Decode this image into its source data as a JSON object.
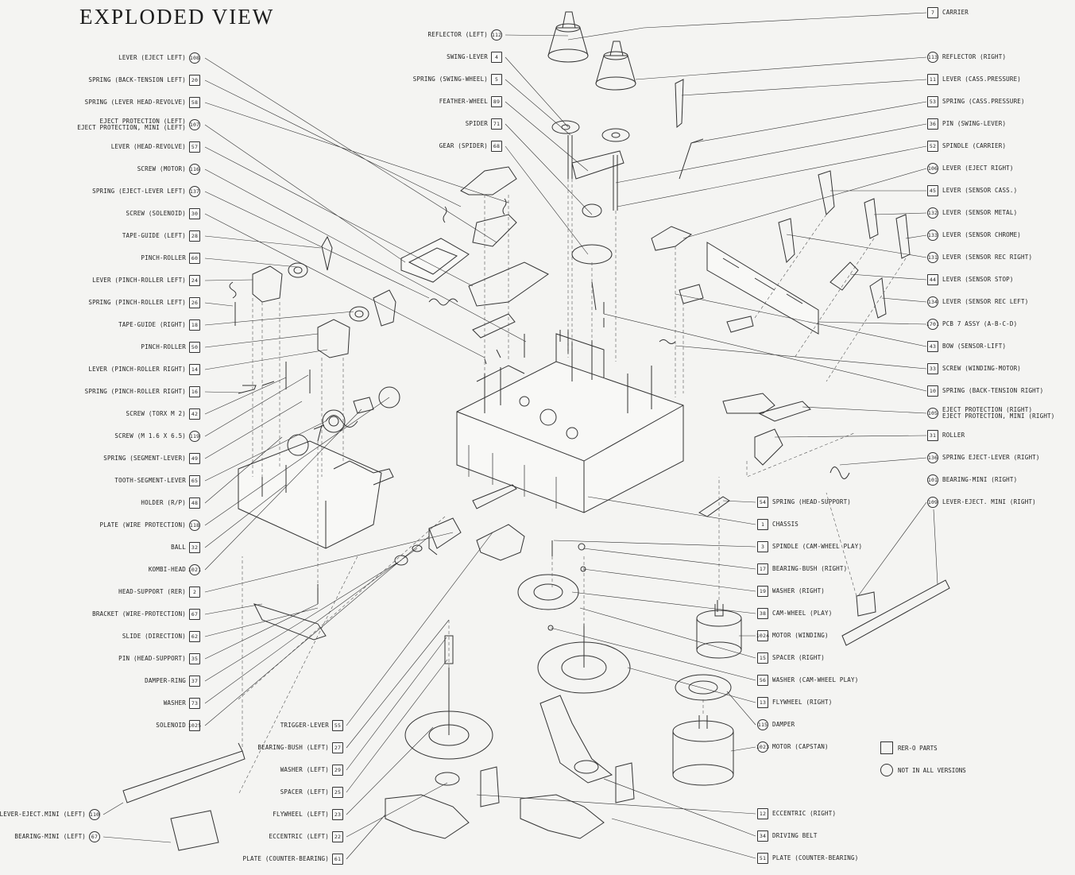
{
  "title": "EXPLODED VIEW",
  "legend": {
    "rer_label": "RER-O PARTS",
    "versions_label": "NOT IN ALL VERSIONS"
  },
  "labels": {
    "left": [
      {
        "text": "LEVER (EJECT LEFT)",
        "num": "108",
        "shape": "circ"
      },
      {
        "text": "SPRING (BACK-TENSION LEFT)",
        "num": "20",
        "shape": "sq"
      },
      {
        "text": "SPRING (LEVER HEAD-REVOLVE)",
        "num": "58",
        "shape": "sq"
      },
      {
        "text": "EJECT PROTECTION (LEFT)\nEJECT PROTECTION, MINI (LEFT)",
        "num": "107",
        "shape": "circ"
      },
      {
        "text": "LEVER (HEAD-REVOLVE)",
        "num": "57",
        "shape": "sq"
      },
      {
        "text": "SCREW (MOTOR)",
        "num": "116",
        "shape": "circ"
      },
      {
        "text": "SPRING (EJECT-LEVER LEFT)",
        "num": "137",
        "shape": "circ"
      },
      {
        "text": "SCREW (SOLENOID)",
        "num": "30",
        "shape": "sq"
      },
      {
        "text": "TAPE-GUIDE (LEFT)",
        "num": "28",
        "shape": "sq"
      },
      {
        "text": "PINCH-ROLLER",
        "num": "60",
        "shape": "sq"
      },
      {
        "text": "LEVER (PINCH-ROLLER LEFT)",
        "num": "24",
        "shape": "sq"
      },
      {
        "text": "SPRING (PINCH-ROLLER LEFT)",
        "num": "26",
        "shape": "sq"
      },
      {
        "text": "TAPE-GUIDE (RIGHT)",
        "num": "18",
        "shape": "sq"
      },
      {
        "text": "PINCH-ROLLER",
        "num": "50",
        "shape": "sq"
      },
      {
        "text": "LEVER (PINCH-ROLLER RIGHT)",
        "num": "14",
        "shape": "sq"
      },
      {
        "text": "SPRING (PINCH-ROLLER RIGHT)",
        "num": "16",
        "shape": "sq"
      },
      {
        "text": "SCREW (TORX M 2)",
        "num": "42",
        "shape": "sq"
      },
      {
        "text": "SCREW (M 1.6 X 6.5)",
        "num": "119",
        "shape": "circ"
      },
      {
        "text": "SPRING (SEGMENT-LEVER)",
        "num": "49",
        "shape": "sq"
      },
      {
        "text": "TOOTH-SEGMENT-LEVER",
        "num": "65",
        "shape": "sq"
      },
      {
        "text": "HOLDER (R/P)",
        "num": "48",
        "shape": "sq"
      },
      {
        "text": "PLATE (WIRE PROTECTION)",
        "num": "118",
        "shape": "circ"
      },
      {
        "text": "BALL",
        "num": "32",
        "shape": "sq"
      },
      {
        "text": "KOMBI-HEAD",
        "num": "1021",
        "shape": "circ"
      },
      {
        "text": "HEAD-SUPPORT (RER)",
        "num": "2",
        "shape": "sq"
      },
      {
        "text": "BRACKET (WIRE-PROTECTION)",
        "num": "67",
        "shape": "sq"
      },
      {
        "text": "SLIDE (DIRECTION)",
        "num": "62",
        "shape": "sq"
      },
      {
        "text": "PIN (HEAD-SUPPORT)",
        "num": "35",
        "shape": "sq"
      },
      {
        "text": "DAMPER-RING",
        "num": "37",
        "shape": "sq"
      },
      {
        "text": "WASHER",
        "num": "73",
        "shape": "sq"
      },
      {
        "text": "SOLENOID",
        "num": "1025",
        "shape": "sq"
      }
    ],
    "top_center": [
      {
        "text": "REFLECTOR (LEFT)",
        "num": "112",
        "shape": "circ"
      },
      {
        "text": "SWING-LEVER",
        "num": "4",
        "shape": "sq"
      },
      {
        "text": "SPRING (SWING-WHEEL)",
        "num": "5",
        "shape": "sq"
      },
      {
        "text": "FEATHER-WHEEL",
        "num": "89",
        "shape": "sq"
      },
      {
        "text": "SPIDER",
        "num": "71",
        "shape": "sq"
      },
      {
        "text": "GEAR (SPIDER)",
        "num": "68",
        "shape": "sq"
      }
    ],
    "bottom_center": [
      {
        "text": "TRIGGER-LEVER",
        "num": "55",
        "shape": "sq"
      },
      {
        "text": "BEARING-BUSH (LEFT)",
        "num": "27",
        "shape": "sq"
      },
      {
        "text": "WASHER (LEFT)",
        "num": "29",
        "shape": "sq"
      },
      {
        "text": "SPACER (LEFT)",
        "num": "25",
        "shape": "sq"
      },
      {
        "text": "FLYWHEEL (LEFT)",
        "num": "23",
        "shape": "sq"
      },
      {
        "text": "ECCENTRIC (LEFT)",
        "num": "22",
        "shape": "sq"
      },
      {
        "text": "PLATE (COUNTER-BEARING)",
        "num": "61",
        "shape": "sq"
      }
    ],
    "bottom_left": [
      {
        "text": "LEVER-EJECT.MINI (LEFT)",
        "num": "110",
        "shape": "circ"
      },
      {
        "text": "BEARING-MINI (LEFT)",
        "num": "67",
        "shape": "circ"
      }
    ],
    "right": [
      {
        "text": "CARRIER",
        "num": "7",
        "shape": "sq"
      },
      {
        "text": "REFLECTOR (RIGHT)",
        "num": "113",
        "shape": "circ"
      },
      {
        "text": "LEVER (CASS.PRESSURE)",
        "num": "11",
        "shape": "sq"
      },
      {
        "text": "SPRING (CASS.PRESSURE)",
        "num": "53",
        "shape": "sq"
      },
      {
        "text": "PIN (SWING-LEVER)",
        "num": "36",
        "shape": "sq"
      },
      {
        "text": "SPINDLE (CARRIER)",
        "num": "52",
        "shape": "sq"
      },
      {
        "text": "LEVER (EJECT RIGHT)",
        "num": "106",
        "shape": "circ"
      },
      {
        "text": "LEVER (SENSOR CASS.)",
        "num": "45",
        "shape": "sq"
      },
      {
        "text": "LEVER (SENSOR METAL)",
        "num": "132",
        "shape": "circ"
      },
      {
        "text": "LEVER (SENSOR CHROME)",
        "num": "133",
        "shape": "circ"
      },
      {
        "text": "LEVER (SENSOR REC RIGHT)",
        "num": "131",
        "shape": "circ"
      },
      {
        "text": "LEVER (SENSOR STOP)",
        "num": "44",
        "shape": "sq"
      },
      {
        "text": "LEVER (SENSOR REC LEFT)",
        "num": "134",
        "shape": "circ"
      },
      {
        "text": "PCB 7 ASSY (A-B-C-D)",
        "num": "1701",
        "shape": "circ"
      },
      {
        "text": "BOW (SENSOR-LIFT)",
        "num": "43",
        "shape": "sq"
      },
      {
        "text": "SCREW (WINDING-MOTOR)",
        "num": "33",
        "shape": "sq"
      },
      {
        "text": "SPRING (BACK-TENSION RIGHT)",
        "num": "10",
        "shape": "sq"
      },
      {
        "text": "EJECT PROTECTION (RIGHT)\nEJECT PROTECTION, MINI (RIGHT)",
        "num": "105",
        "shape": "circ"
      },
      {
        "text": "ROLLER",
        "num": "31",
        "shape": "sq"
      },
      {
        "text": "SPRING EJECT-LEVER (RIGHT)",
        "num": "136",
        "shape": "circ"
      },
      {
        "text": "BEARING-MINI (RIGHT)",
        "num": "101",
        "shape": "circ"
      },
      {
        "text": "LEVER-EJECT. MINI (RIGHT)",
        "num": "109",
        "shape": "circ"
      }
    ],
    "mid_right": [
      {
        "text": "SPRING (HEAD-SUPPORT)",
        "num": "54",
        "shape": "sq"
      },
      {
        "text": "CHASSIS",
        "num": "1",
        "shape": "sq"
      },
      {
        "text": "SPINDLE (CAM-WHEEL PLAY)",
        "num": "3",
        "shape": "sq"
      },
      {
        "text": "BEARING-BUSH (RIGHT)",
        "num": "17",
        "shape": "sq"
      },
      {
        "text": "WASHER (RIGHT)",
        "num": "19",
        "shape": "sq"
      },
      {
        "text": "CAM-WHEEL (PLAY)",
        "num": "38",
        "shape": "sq"
      },
      {
        "text": "MOTOR (WINDING)",
        "num": "1024",
        "shape": "sq"
      },
      {
        "text": "SPACER (RIGHT)",
        "num": "15",
        "shape": "sq"
      },
      {
        "text": "WASHER (CAM-WHEEL PLAY)",
        "num": "56",
        "shape": "sq"
      },
      {
        "text": "FLYWHEEL (RIGHT)",
        "num": "13",
        "shape": "sq"
      },
      {
        "text": "DAMPER",
        "num": "115",
        "shape": "circ"
      },
      {
        "text": "MOTOR (CAPSTAN)",
        "num": "1023",
        "shape": "circ"
      },
      {
        "text": "ECCENTRIC (RIGHT)",
        "num": "12",
        "shape": "sq"
      },
      {
        "text": "DRIVING BELT",
        "num": "34",
        "shape": "sq"
      },
      {
        "text": "PLATE (COUNTER-BEARING)",
        "num": "51",
        "shape": "sq"
      }
    ]
  }
}
